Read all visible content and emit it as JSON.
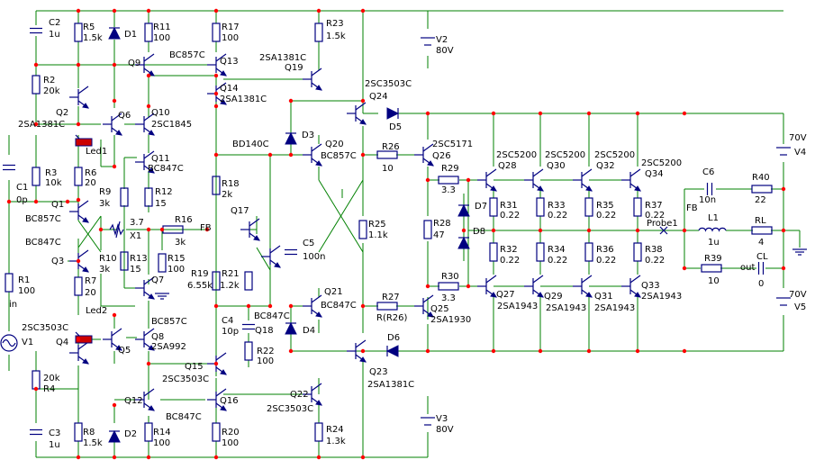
{
  "colors": {
    "background": "#ffffff",
    "wire": "#008000",
    "component": "#000080",
    "junction": "#ff0000",
    "text": "#000000",
    "led_fill": "#cc0000"
  },
  "components": {
    "C2": {
      "ref": "C2",
      "value": "1u"
    },
    "R5": {
      "ref": "R5",
      "value": "1.5k"
    },
    "D1": {
      "ref": "D1"
    },
    "R11": {
      "ref": "R11",
      "value": "100"
    },
    "R17": {
      "ref": "R17",
      "value": "100"
    },
    "R23": {
      "ref": "R23",
      "value": "1.5k"
    },
    "V2": {
      "ref": "V2",
      "value": "80V"
    },
    "Q9": {
      "ref": "Q9",
      "model": "BC857C"
    },
    "Q13": {
      "ref": "Q13"
    },
    "Q19": {
      "ref": "Q19",
      "model": "2SA1381C"
    },
    "R2": {
      "ref": "R2",
      "value": "20k"
    },
    "Q14": {
      "ref": "Q14",
      "model": "2SA1381C"
    },
    "Q24": {
      "ref": "Q24",
      "model": "2SC3503C"
    },
    "Q2": {
      "ref": "Q2",
      "model": "2SA1381C"
    },
    "Q6": {
      "ref": "Q6"
    },
    "Q10": {
      "ref": "Q10",
      "model": "2SC1845"
    },
    "D5": {
      "ref": "D5"
    },
    "D3": {
      "ref": "D3"
    },
    "Led1": {
      "ref": "Led1"
    },
    "Q20": {
      "ref": "Q20",
      "model": "BC857C"
    },
    "R26": {
      "ref": "R26",
      "value": "10"
    },
    "Q26": {
      "ref": "Q26",
      "model": "2SC5171"
    },
    "Q18_top": {
      "model": "BD140C"
    },
    "Q11": {
      "ref": "Q11",
      "model": "BC847C"
    },
    "R29": {
      "ref": "R29",
      "value": "3.3"
    },
    "Q28": {
      "ref": "Q28",
      "model": "2SC5200"
    },
    "Q30": {
      "ref": "Q30",
      "model": "2SC5200"
    },
    "Q32": {
      "ref": "Q32",
      "model": "2SC5200"
    },
    "Q34": {
      "ref": "Q34",
      "model": "2SC5200"
    },
    "V4": {
      "ref": "V4",
      "value": "70V"
    },
    "C6": {
      "ref": "C6",
      "value": "10n"
    },
    "R40": {
      "ref": "R40",
      "value": "22"
    },
    "R3": {
      "ref": "R3",
      "value": "10k"
    },
    "R6": {
      "ref": "R6",
      "value": "20"
    },
    "C1": {
      "ref": "C1",
      "value": "0p"
    },
    "R9": {
      "ref": "R9",
      "value": "3k"
    },
    "R12": {
      "ref": "R12",
      "value": "15"
    },
    "R18": {
      "ref": "R18",
      "value": "2k"
    },
    "Q1": {
      "ref": "Q1",
      "model": "BC857C"
    },
    "X1": {
      "ref": "X1",
      "value": "3.7"
    },
    "R16": {
      "ref": "R16",
      "value": "3k"
    },
    "FB1": {
      "label": "FB"
    },
    "Q17": {
      "ref": "Q17"
    },
    "R25": {
      "ref": "R25",
      "value": "1.1k"
    },
    "R28": {
      "ref": "R28",
      "value": "47"
    },
    "D7": {
      "ref": "D7"
    },
    "R31": {
      "ref": "R31",
      "value": "0.22"
    },
    "R33": {
      "ref": "R33",
      "value": "0.22"
    },
    "R35": {
      "ref": "R35",
      "value": "0.22"
    },
    "R37": {
      "ref": "R37",
      "value": "0.22"
    },
    "FB2": {
      "label": "FB"
    },
    "L1": {
      "ref": "L1",
      "value": "1u"
    },
    "RL": {
      "ref": "RL",
      "value": "4"
    },
    "Probe1": {
      "ref": "Probe1"
    },
    "D8": {
      "ref": "D8"
    },
    "Q3": {
      "ref": "Q3",
      "model": "BC847C"
    },
    "R10": {
      "ref": "R10",
      "value": "3k"
    },
    "R13": {
      "ref": "R13",
      "value": "15"
    },
    "R15": {
      "ref": "R15",
      "value": "100"
    },
    "R19": {
      "ref": "R19",
      "value": "6.55k"
    },
    "R21": {
      "ref": "R21",
      "value": "1.2k"
    },
    "C5": {
      "ref": "C5",
      "value": "100n"
    },
    "R32": {
      "ref": "R32",
      "value": "0.22"
    },
    "R34": {
      "ref": "R34",
      "value": "0.22"
    },
    "R36": {
      "ref": "R36",
      "value": "0.22"
    },
    "R38": {
      "ref": "R38",
      "value": "0.22"
    },
    "R39": {
      "ref": "R39",
      "value": "10"
    },
    "CL": {
      "ref": "CL",
      "value": "0"
    },
    "out": {
      "label": "out"
    },
    "R1": {
      "ref": "R1",
      "value": "100"
    },
    "in": {
      "label": "in"
    },
    "R7": {
      "ref": "R7",
      "value": "20"
    },
    "Q7": {
      "ref": "Q7"
    },
    "R30": {
      "ref": "R30",
      "value": "3.3"
    },
    "Q27": {
      "ref": "Q27",
      "model": "2SA1943"
    },
    "Q29": {
      "ref": "Q29",
      "model": "2SA1943"
    },
    "Q31": {
      "ref": "Q31",
      "model": "2SA1943"
    },
    "Q33": {
      "ref": "Q33",
      "model": "2SA1943"
    },
    "V5": {
      "ref": "V5",
      "value": "70V"
    },
    "Led2": {
      "ref": "Led2"
    },
    "Q8_top": {
      "model": "BC857C"
    },
    "Q18": {
      "ref": "Q18",
      "model": "BC847C"
    },
    "Q21": {
      "ref": "Q21",
      "model": "BC847C"
    },
    "R27": {
      "ref": "R27",
      "value": "R(R26)"
    },
    "Q25": {
      "ref": "Q25",
      "model": "2SA1930"
    },
    "V1": {
      "ref": "V1",
      "model": "2SC3503C"
    },
    "Q4": {
      "ref": "Q4"
    },
    "Q8": {
      "ref": "Q8",
      "model": "2SA992"
    },
    "Q5": {
      "ref": "Q5"
    },
    "C4": {
      "ref": "C4",
      "value": "10p"
    },
    "D4": {
      "ref": "D4"
    },
    "D6": {
      "ref": "D6"
    },
    "R22": {
      "ref": "R22",
      "value": "100"
    },
    "Q15": {
      "ref": "Q15",
      "model": "2SC3503C"
    },
    "Q23": {
      "ref": "Q23",
      "model": "2SA1381C"
    },
    "R4": {
      "ref": "R4",
      "value": "20k"
    },
    "Q12": {
      "ref": "Q12",
      "model": "BC847C"
    },
    "Q16": {
      "ref": "Q16"
    },
    "Q22": {
      "ref": "Q22",
      "model": "2SC3503C"
    },
    "V3": {
      "ref": "V3",
      "value": "80V"
    },
    "R8": {
      "ref": "R8",
      "value": "1.5k"
    },
    "D2": {
      "ref": "D2"
    },
    "R14": {
      "ref": "R14",
      "value": "100"
    },
    "R20": {
      "ref": "R20",
      "value": "100"
    },
    "R24": {
      "ref": "R24",
      "value": "1.3k"
    },
    "C3": {
      "ref": "C3",
      "value": "1u"
    }
  }
}
